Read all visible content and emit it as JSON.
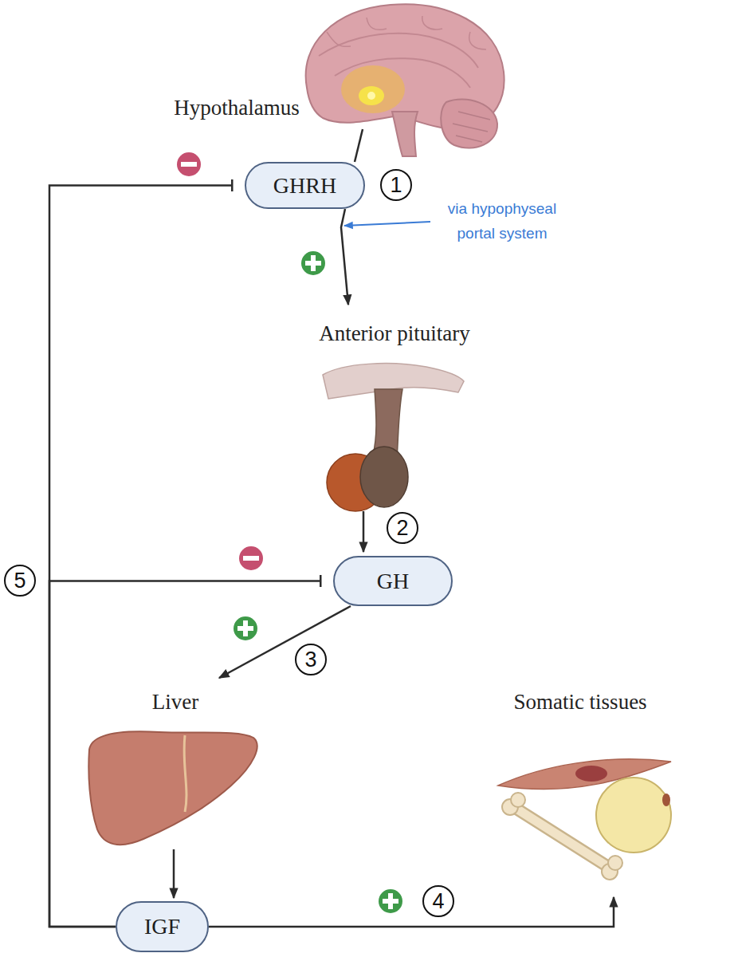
{
  "diagram": {
    "nodes": [
      {
        "text": [
          "Hypothalamus"
        ]
      },
      {
        "text": [
          "GHRH"
        ]
      },
      {
        "text": [
          "Anterior pituitary"
        ]
      },
      {
        "text": [
          "GH"
        ]
      },
      {
        "text": [
          "Liver"
        ]
      },
      {
        "text": [
          "Somatic tissues"
        ]
      },
      {
        "text": [
          "IGF"
        ]
      }
    ],
    "edges": [
      {
        "from": 0,
        "to": 1,
        "arrow": "none"
      },
      {
        "from": 1,
        "to": 2,
        "arrow": "to"
      },
      {
        "from": 2,
        "to": 3,
        "arrow": "to"
      },
      {
        "from": 3,
        "to": 4,
        "arrow": "to"
      },
      {
        "from": 4,
        "to": 6,
        "arrow": "to"
      },
      {
        "from": 6,
        "to": 5,
        "arrow": "to"
      },
      {
        "from": 6,
        "to": 1,
        "arrow": "to"
      },
      {
        "from": 6,
        "to": 3,
        "arrow": "to"
      }
    ],
    "labels": [
      "1",
      "via hypophyseal portal system",
      "2",
      "5",
      "3",
      "4"
    ]
  }
}
